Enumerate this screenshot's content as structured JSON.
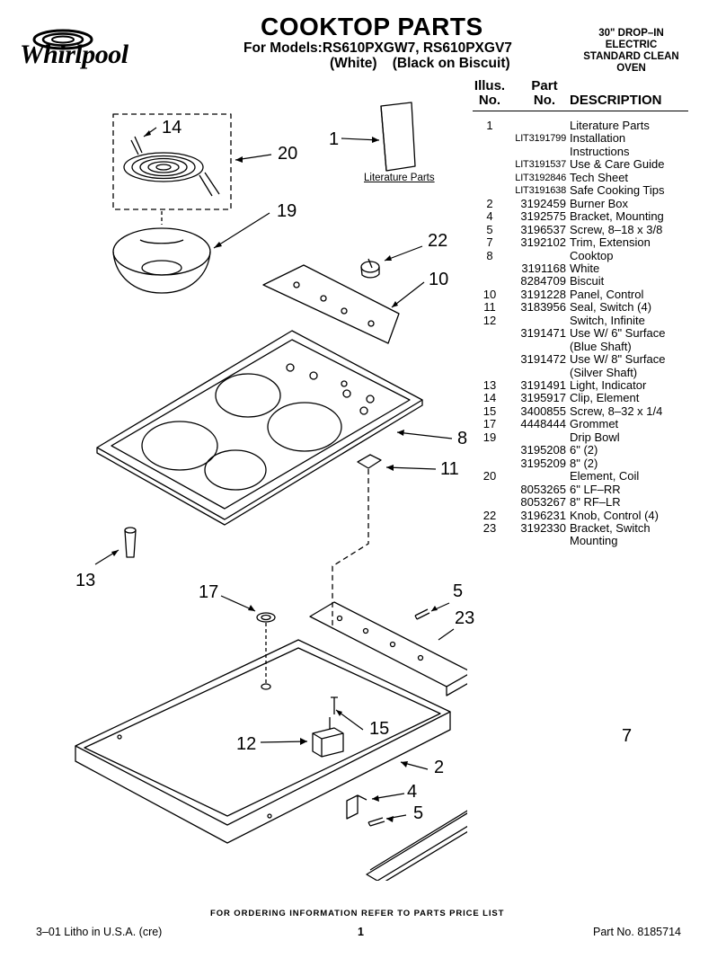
{
  "brand": "Whirlpool",
  "title": "COOKTOP PARTS",
  "models_line": "For Models:RS610PXGW7, RS610PXGV7",
  "colors_line": "(White)    (Black on Biscuit)",
  "oven_type": [
    "30\" DROP–IN",
    "ELECTRIC",
    "STANDARD CLEAN",
    "OVEN"
  ],
  "table_header": {
    "illus_1": "Illus.",
    "illus_2": "No.",
    "part_1": "Part",
    "part_2": "No.",
    "desc": "DESCRIPTION"
  },
  "parts": [
    {
      "illus": "1",
      "part": "",
      "desc": "Literature Parts"
    },
    {
      "illus": "",
      "part": "LIT3191799",
      "desc": "Installation"
    },
    {
      "illus": "",
      "part": "",
      "desc": "Instructions"
    },
    {
      "illus": "",
      "part": "LIT3191537",
      "desc": "Use & Care Guide"
    },
    {
      "illus": "",
      "part": "LIT3192846",
      "desc": "Tech Sheet"
    },
    {
      "illus": "",
      "part": "LIT3191638",
      "desc": "Safe Cooking Tips"
    },
    {
      "illus": "2",
      "part": "3192459",
      "desc": "Burner Box"
    },
    {
      "illus": "4",
      "part": "3192575",
      "desc": "Bracket, Mounting"
    },
    {
      "illus": "5",
      "part": "3196537",
      "desc": "Screw, 8–18 x 3/8"
    },
    {
      "illus": "7",
      "part": "3192102",
      "desc": "Trim, Extension"
    },
    {
      "illus": "8",
      "part": "",
      "desc": "Cooktop"
    },
    {
      "illus": "",
      "part": "3191168",
      "desc": "White"
    },
    {
      "illus": "",
      "part": "8284709",
      "desc": "Biscuit"
    },
    {
      "illus": "10",
      "part": "3191228",
      "desc": "Panel, Control"
    },
    {
      "illus": "11",
      "part": "3183956",
      "desc": "Seal, Switch (4)"
    },
    {
      "illus": "12",
      "part": "",
      "desc": "Switch, Infinite"
    },
    {
      "illus": "",
      "part": "3191471",
      "desc": "Use W/ 6\" Surface"
    },
    {
      "illus": "",
      "part": "",
      "desc": "(Blue Shaft)"
    },
    {
      "illus": "",
      "part": "3191472",
      "desc": "Use W/ 8\" Surface"
    },
    {
      "illus": "",
      "part": "",
      "desc": "(Silver Shaft)"
    },
    {
      "illus": "13",
      "part": "3191491",
      "desc": "Light, Indicator"
    },
    {
      "illus": "14",
      "part": "3195917",
      "desc": "Clip, Element"
    },
    {
      "illus": "15",
      "part": "3400855",
      "desc": "Screw, 8–32 x 1/4"
    },
    {
      "illus": "17",
      "part": "4448444",
      "desc": "Grommet"
    },
    {
      "illus": "19",
      "part": "",
      "desc": "Drip Bowl"
    },
    {
      "illus": "",
      "part": "3195208",
      "desc": "6\" (2)"
    },
    {
      "illus": "",
      "part": "3195209",
      "desc": "8\" (2)"
    },
    {
      "illus": "20",
      "part": "",
      "desc": "Element, Coil"
    },
    {
      "illus": "",
      "part": "8053265",
      "desc": "6\" LF–RR"
    },
    {
      "illus": "",
      "part": "8053267",
      "desc": "8\" RF–LR"
    },
    {
      "illus": "22",
      "part": "3196231",
      "desc": "Knob, Control (4)"
    },
    {
      "illus": "23",
      "part": "3192330",
      "desc": "Bracket, Switch"
    },
    {
      "illus": "",
      "part": "",
      "desc": "Mounting"
    }
  ],
  "diagram": {
    "literature_label": "Literature Parts",
    "callouts": [
      "14",
      "20",
      "1",
      "19",
      "22",
      "10",
      "8",
      "11",
      "13",
      "17",
      "5",
      "23",
      "15",
      "12",
      "2",
      "7",
      "4",
      "5"
    ]
  },
  "footer": {
    "ordering": "FOR ORDERING INFORMATION REFER TO PARTS PRICE LIST",
    "litho": "3–01 Litho in U.S.A. (cre)",
    "page": "1",
    "part_no": "Part No. 8185714"
  }
}
